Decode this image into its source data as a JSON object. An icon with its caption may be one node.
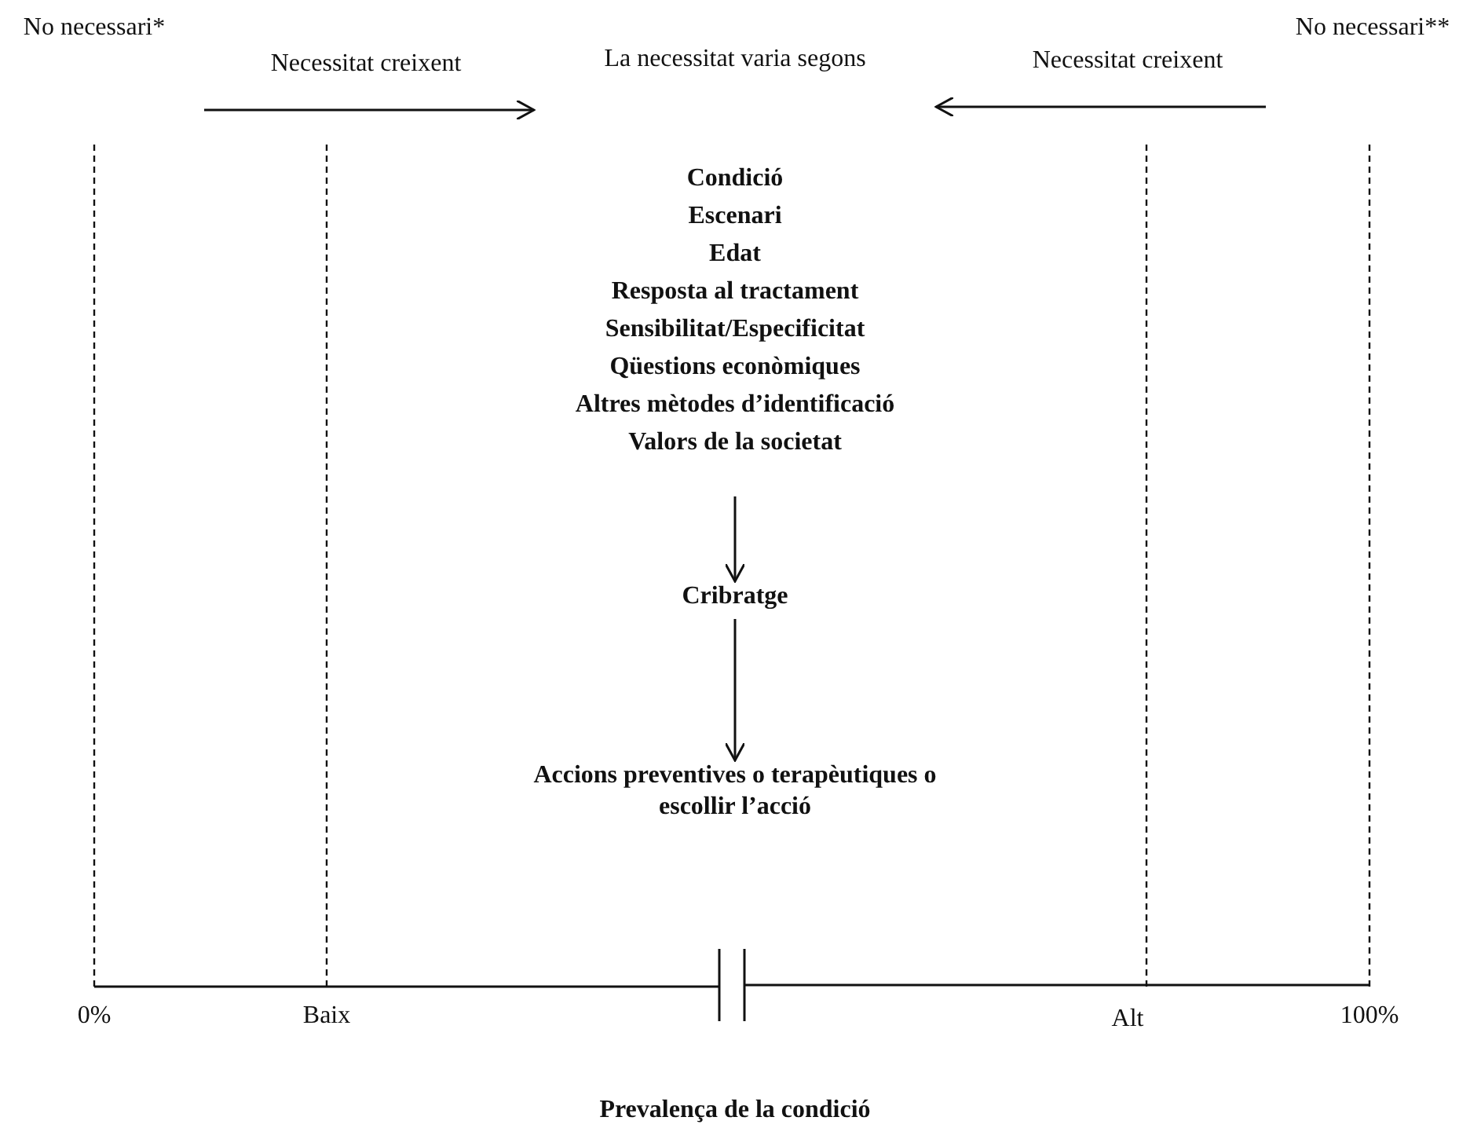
{
  "diagram": {
    "nodes": [
      {
        "text": [
          "No necessari*"
        ]
      },
      {
        "text": [
          "La necessitat varia segons"
        ]
      },
      {
        "text": [
          "No necessari**"
        ]
      },
      {
        "text": [
          "Condició",
          "Escenari",
          "Edat",
          "Resposta al tractament",
          "Sensibilitat/Especificitat",
          "Qüestions econòmiques",
          "Altres mètodes d’identificació",
          "Valors de la societat"
        ]
      },
      {
        "text": [
          "Cribratge"
        ]
      },
      {
        "text": [
          "Accions preventives o terapèutiques o escollir l’acció"
        ]
      }
    ],
    "edges": [
      {
        "from": null,
        "to": 1,
        "arrow": "to",
        "label": "Necessitat creixent"
      },
      {
        "from": null,
        "to": 1,
        "arrow": "to",
        "label": "Necessitat creixent"
      },
      {
        "from": 3,
        "to": 4,
        "arrow": "to"
      },
      {
        "from": 4,
        "to": 5,
        "arrow": "to"
      }
    ],
    "labels": [
      "0%",
      "Baix",
      "Alt",
      "100%",
      "Prevalença de la condició"
    ]
  }
}
